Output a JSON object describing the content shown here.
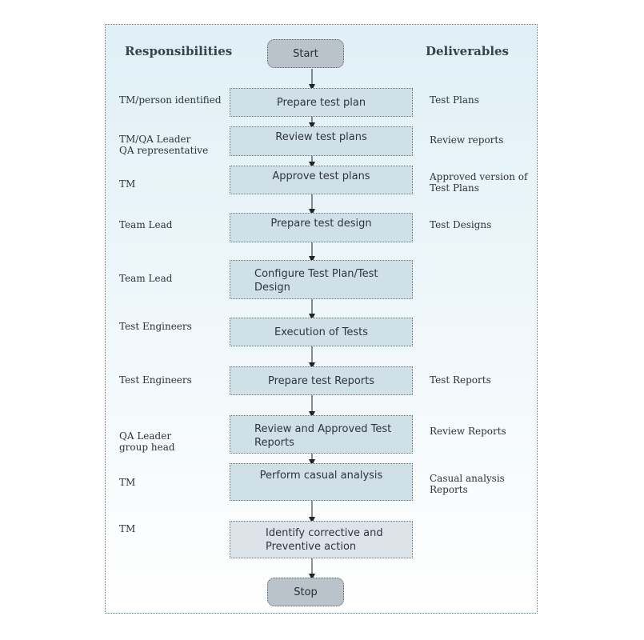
{
  "headers": {
    "responsibilities": "Responsibilities",
    "deliverables": "Deliverables"
  },
  "start_label": "Start",
  "stop_label": "Stop",
  "steps": [
    {
      "label": "Prepare test plan",
      "responsibility": "TM/person identified",
      "deliverable": "Test Plans"
    },
    {
      "label": "Review test plans",
      "responsibility": "TM/QA Leader\nQA representative",
      "deliverable": "Review reports"
    },
    {
      "label": "Approve test plans",
      "responsibility": "TM",
      "deliverable": "Approved version of\nTest Plans"
    },
    {
      "label": "Prepare test design",
      "responsibility": "Team Lead",
      "deliverable": "Test Designs"
    },
    {
      "label": "Configure Test Plan/Test\nDesign",
      "responsibility": "Team Lead",
      "deliverable": ""
    },
    {
      "label": "Execution of Tests",
      "responsibility": "Test Engineers",
      "deliverable": ""
    },
    {
      "label": "Prepare test Reports",
      "responsibility": "Test Engineers",
      "deliverable": "Test Reports"
    },
    {
      "label": "Review and Approved Test\nReports",
      "responsibility": "QA Leader\ngroup head",
      "deliverable": "Review Reports"
    },
    {
      "label": "Perform casual analysis",
      "responsibility": "TM",
      "deliverable": "Casual analysis\nReports"
    },
    {
      "label": "Identify corrective and\nPreventive action",
      "responsibility": "TM",
      "deliverable": ""
    }
  ]
}
